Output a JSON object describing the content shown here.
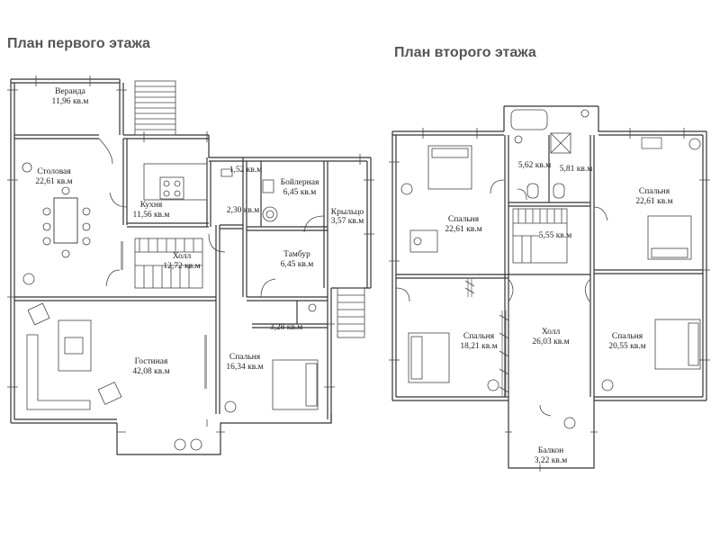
{
  "titles": {
    "first_floor": "План первого этажа",
    "second_floor": "План второго этажа"
  },
  "floor1_rooms": [
    {
      "name": "Веранда",
      "area": "11,96 кв.м"
    },
    {
      "name": "Столовая",
      "area": "22,61 кв.м"
    },
    {
      "name": "Кухня",
      "area": "11,56 кв.м"
    },
    {
      "name": "",
      "area": "1,52 кв.м"
    },
    {
      "name": "Бойлерная",
      "area": "6,45 кв.м"
    },
    {
      "name": "Крыльцо",
      "area": "3,57 кв.м"
    },
    {
      "name": "",
      "area": "2,30 кв.м"
    },
    {
      "name": "Холл",
      "area": "12,72 кв.м"
    },
    {
      "name": "Тамбур",
      "area": "6,45 кв.м"
    },
    {
      "name": "",
      "area": "3,28 кв.м"
    },
    {
      "name": "Гостиная",
      "area": "42,08 кв.м"
    },
    {
      "name": "Спальня",
      "area": "16,34 кв.м"
    }
  ],
  "floor2_rooms": [
    {
      "name": "Спальня",
      "area": "22,61 кв.м"
    },
    {
      "name": "",
      "area": "5,62 кв.м"
    },
    {
      "name": "",
      "area": "5,81 кв.м"
    },
    {
      "name": "Спальня",
      "area": "22,61 кв.м"
    },
    {
      "name": "",
      "area": "5,55 кв.м"
    },
    {
      "name": "Спальня",
      "area": "18,21 кв.м"
    },
    {
      "name": "Холл",
      "area": "26,03 кв.м"
    },
    {
      "name": "Спальня",
      "area": "20,55 кв.м"
    },
    {
      "name": "Балкон",
      "area": "3,22 кв.м"
    }
  ]
}
